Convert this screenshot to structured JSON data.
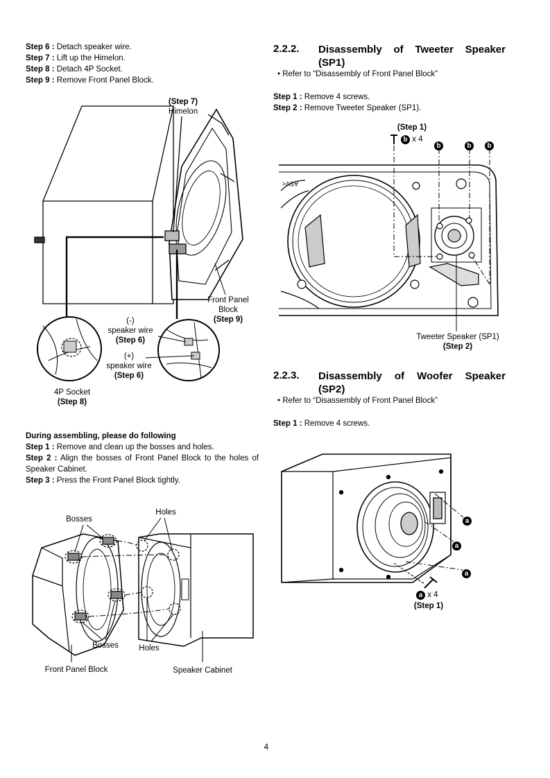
{
  "left_steps": [
    {
      "num": "Step 6 :",
      "text": " Detach speaker wire."
    },
    {
      "num": "Step 7 :",
      "text": " Lift up the Himelon."
    },
    {
      "num": "Step 8 :",
      "text": " Detach 4P Socket."
    },
    {
      "num": "Step 9 :",
      "text": " Remove Front Panel Block."
    }
  ],
  "fig1": {
    "step7_title": "(Step 7)",
    "step7_label": "Himelon",
    "front_panel_line1": "Front Panel",
    "front_panel_line2": "Block",
    "front_panel_step": "(Step 9)",
    "neg_wire_sign": "(-)",
    "neg_wire_label": "speaker wire",
    "neg_wire_step": "(Step 6)",
    "pos_wire_sign": "(+)",
    "pos_wire_label": "speaker wire",
    "pos_wire_step": "(Step 6)",
    "socket_label": "4P Socket",
    "socket_step": "(Step 8)"
  },
  "assembly": {
    "heading": "During assembling, please do following",
    "steps": [
      {
        "num": "Step 1 :",
        "text": " Remove and clean up the bosses and holes."
      },
      {
        "num": "Step 2 :",
        "text": " Align the bosses of Front Panel Block to the holes of Speaker Cabinet."
      },
      {
        "num": "Step 3 :",
        "text": " Press the Front Panel Block tightly."
      }
    ]
  },
  "fig2": {
    "holes_top": "Holes",
    "bosses_top": "Bosses",
    "bosses_bottom": "Bosses",
    "holes_bottom": "Holes",
    "front_panel_block": "Front Panel Block",
    "speaker_cabinet": "Speaker Cabinet"
  },
  "section_222": {
    "number": "2.2.2.",
    "title": "Disassembly of Tweeter Speaker (SP1)",
    "note": "• Refer to “Disassembly of Front Panel Block”",
    "steps": [
      {
        "num": "Step 1 :",
        "text": " Remove 4 screws."
      },
      {
        "num": "Step 2 :",
        "text": " Remove Tweeter Speaker (SP1)."
      }
    ],
    "fig": {
      "step1": "(Step 1)",
      "marker": "b",
      "count": "x 4",
      "tweeter_label": "Tweeter Speaker (SP1)",
      "tweeter_step": "(Step 2)"
    }
  },
  "section_223": {
    "number": "2.2.3.",
    "title": "Disassembly of Woofer Speaker (SP2)",
    "note": "• Refer to “Disassembly of Front Panel Block”",
    "steps": [
      {
        "num": "Step 1 :",
        "text": " Remove 4 screws."
      }
    ],
    "fig": {
      "marker": "a",
      "count": "x 4",
      "step1": "(Step 1)"
    }
  },
  "page_number": "4"
}
